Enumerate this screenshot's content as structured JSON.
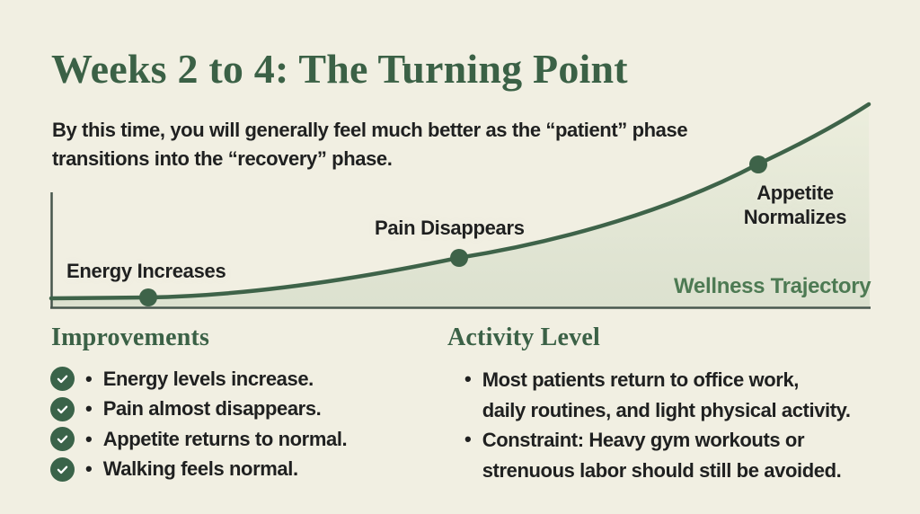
{
  "slide": {
    "title": "Weeks 2 to 4: The Turning Point",
    "subtitle_lines": [
      "By this time, you will generally feel much better as the “patient” phase",
      "transitions into the “recovery” phase."
    ]
  },
  "chart": {
    "type": "line-area",
    "trajectory_label": "Wellness Trajectory",
    "milestones": [
      {
        "label": "Energy Increases",
        "position": "start-low"
      },
      {
        "label": "Pain Disappears",
        "position": "middle-rising"
      },
      {
        "label": "Appetite Normalizes",
        "position": "high-right"
      }
    ]
  },
  "improvements": {
    "heading": "Improvements",
    "items": [
      "Energy levels increase.",
      "Pain almost disappears.",
      "Appetite returns to normal.",
      "Walking feels normal."
    ]
  },
  "activity": {
    "heading": "Activity Level",
    "items": [
      {
        "line1": "Most patients return to office work,",
        "line2": "daily routines, and light physical activity."
      },
      {
        "line1": "Constraint: Heavy gym workouts or",
        "line2": "strenuous labor should still be avoided."
      }
    ]
  },
  "colors": {
    "background": "#f1efe2",
    "accent_green": "#3b6146",
    "curve_green": "#3e6349",
    "axis_green": "#47574d",
    "fill_sage": "#dde2d0",
    "trajectory_green": "#4d7a53",
    "body_text": "#1f2020"
  }
}
